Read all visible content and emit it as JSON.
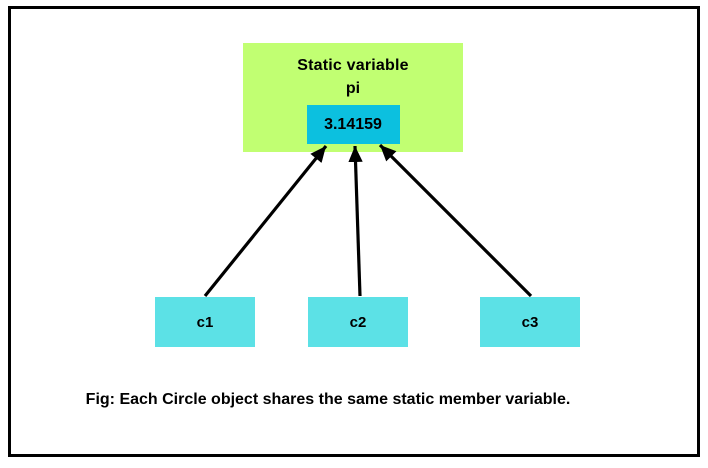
{
  "diagram": {
    "static_box": {
      "title": "Static variable",
      "variable_name": "pi",
      "value": "3.14159"
    },
    "objects": [
      {
        "label": "c1"
      },
      {
        "label": "c2"
      },
      {
        "label": "c3"
      }
    ],
    "caption": "Fig: Each Circle object shares the same static member variable.",
    "colors": {
      "static_box_bg": "#C1FF72",
      "value_box_bg": "#0CC0DF",
      "object_box_bg": "#5CE1E6",
      "arrow": "#000000",
      "frame_border": "#000000",
      "text": "#000000"
    }
  }
}
